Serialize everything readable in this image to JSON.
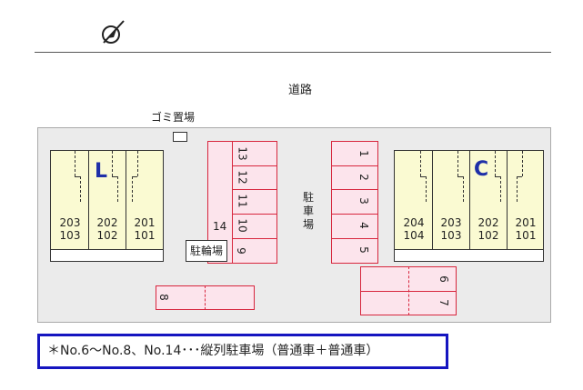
{
  "map": {
    "road_label": "道路",
    "garbage_label": "ゴミ置場",
    "bike_parking_label": "駐輪場",
    "parking_label": "駐車場",
    "compass_icon": "north-arrow-icon",
    "buildings": [
      {
        "letter": "L",
        "units": [
          [
            "203",
            "103"
          ],
          [
            "202",
            "102"
          ],
          [
            "201",
            "101"
          ]
        ]
      },
      {
        "letter": "C",
        "units": [
          [
            "204",
            "104"
          ],
          [
            "203",
            "103"
          ],
          [
            "202",
            "102"
          ],
          [
            "201",
            "101"
          ]
        ]
      }
    ],
    "spaces_left": [
      "13",
      "12",
      "11",
      "10",
      "9"
    ],
    "space_14": "14",
    "spaces_right": [
      "1",
      "2",
      "3",
      "4",
      "5"
    ],
    "space_6": "6",
    "space_7": "7",
    "space_8": "8",
    "note": "＊No.6〜No.8、No.14･･･縦列駐車場（普通車＋普通車）",
    "colors": {
      "parking_fill": "#fce4ec",
      "parking_border": "#d7263d",
      "building_fill": "#fafad2",
      "note_border": "#1515c0",
      "letter": "#1e2fa8"
    }
  }
}
